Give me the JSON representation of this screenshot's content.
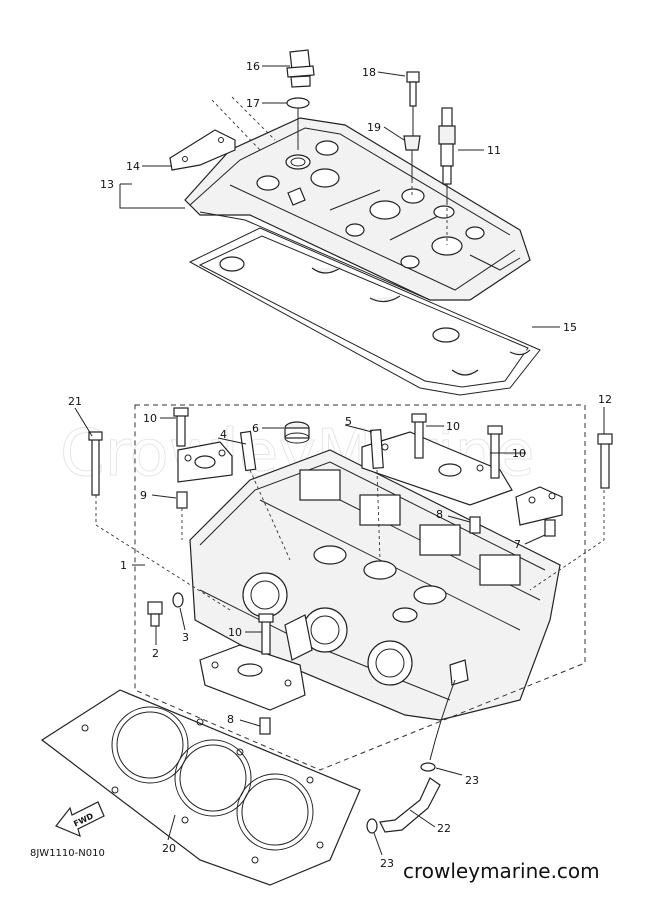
{
  "diagram": {
    "diagram_code": "8JW1110-N010",
    "site_url": "crowleymarine.com",
    "watermark": "CrowleyMarine",
    "fwd_label": "FWD"
  },
  "callouts": [
    {
      "id": "c16",
      "label": "16"
    },
    {
      "id": "c17",
      "label": "17"
    },
    {
      "id": "c18",
      "label": "18"
    },
    {
      "id": "c19",
      "label": "19"
    },
    {
      "id": "c11",
      "label": "11"
    },
    {
      "id": "c14",
      "label": "14"
    },
    {
      "id": "c13",
      "label": "13"
    },
    {
      "id": "c15",
      "label": "15"
    },
    {
      "id": "c21",
      "label": "21"
    },
    {
      "id": "c12",
      "label": "12"
    },
    {
      "id": "c10a",
      "label": "10"
    },
    {
      "id": "c4",
      "label": "4"
    },
    {
      "id": "c6",
      "label": "6"
    },
    {
      "id": "c5",
      "label": "5"
    },
    {
      "id": "c10b",
      "label": "10"
    },
    {
      "id": "c10c",
      "label": "10"
    },
    {
      "id": "c9",
      "label": "9"
    },
    {
      "id": "c8a",
      "label": "8"
    },
    {
      "id": "c7",
      "label": "7"
    },
    {
      "id": "c1",
      "label": "1"
    },
    {
      "id": "c2",
      "label": "2"
    },
    {
      "id": "c3",
      "label": "3"
    },
    {
      "id": "c10d",
      "label": "10"
    },
    {
      "id": "c8b",
      "label": "8"
    },
    {
      "id": "c23a",
      "label": "23"
    },
    {
      "id": "c22",
      "label": "22"
    },
    {
      "id": "c20",
      "label": "20"
    },
    {
      "id": "c23b",
      "label": "23"
    }
  ]
}
